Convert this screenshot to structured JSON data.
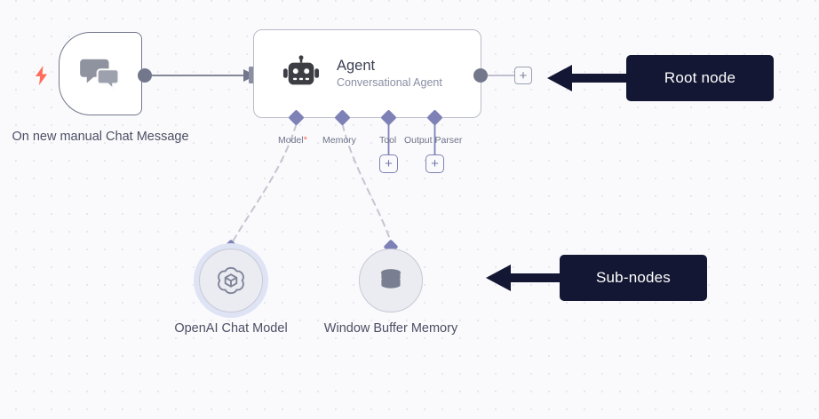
{
  "canvas": {
    "background_color": "#fafafc",
    "dot_color": "#e6e6ee"
  },
  "trigger_node": {
    "label": "On new manual Chat Message",
    "icon": "chat-bubbles-icon",
    "badge_icon": "lightning-bolt-icon",
    "badge_color": "#ff6d5a",
    "border_color": "#73778b"
  },
  "agent_node": {
    "title": "Agent",
    "subtitle": "Conversational Agent",
    "icon": "robot-icon",
    "border_color": "#b9bcca",
    "add_output_label": "+",
    "connections": [
      {
        "name": "Model",
        "label": "Model",
        "required": true,
        "required_marker": "*",
        "has_add_button": false
      },
      {
        "name": "Memory",
        "label": "Memory",
        "required": false,
        "required_marker": "",
        "has_add_button": false
      },
      {
        "name": "Tool",
        "label": "Tool",
        "required": false,
        "required_marker": "",
        "has_add_button": true,
        "add_label": "+"
      },
      {
        "name": "Output Parser",
        "label": "Output Parser",
        "required": false,
        "required_marker": "",
        "has_add_button": true,
        "add_label": "+"
      }
    ]
  },
  "sub_nodes": [
    {
      "id": "openai-chat-model",
      "label": "OpenAI Chat Model",
      "icon": "openai-logo-icon",
      "selected": true
    },
    {
      "id": "window-buffer-memory",
      "label": "Window Buffer Memory",
      "icon": "database-icon",
      "selected": false
    }
  ],
  "annotations": [
    {
      "id": "root-node",
      "text": "Root node",
      "background": "#131733",
      "text_color": "#ffffff"
    },
    {
      "id": "sub-nodes",
      "text": "Sub-nodes",
      "background": "#131733",
      "text_color": "#ffffff"
    }
  ]
}
